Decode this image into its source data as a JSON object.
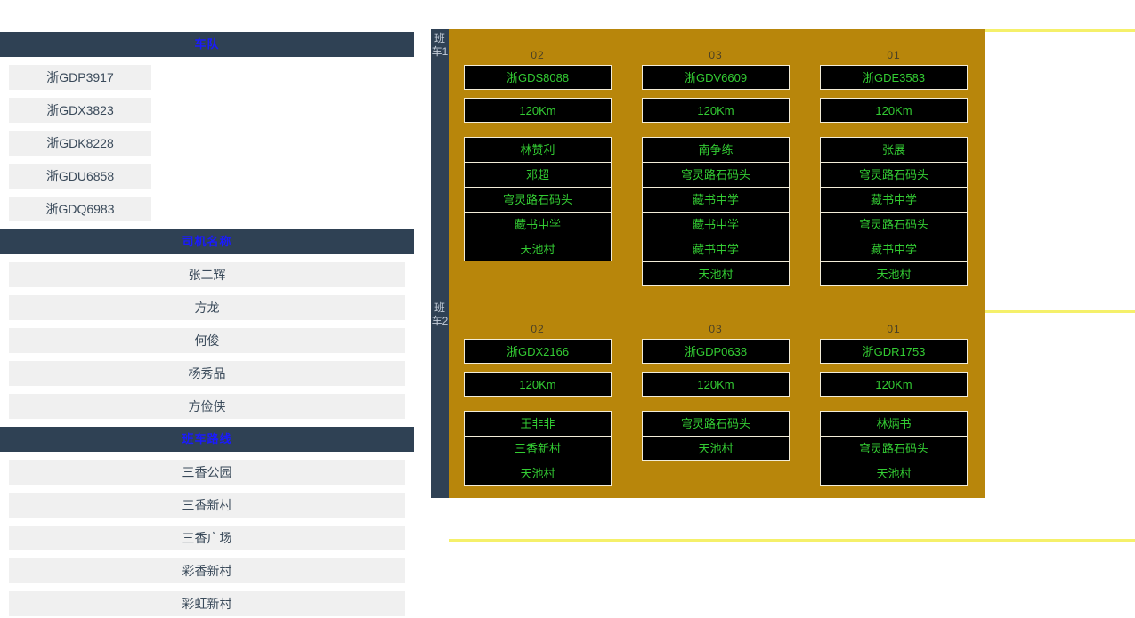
{
  "sidebar": {
    "sections": [
      {
        "id": "vehicles",
        "title": "车队",
        "items": [
          {
            "label": "浙GDP3917"
          },
          {
            "label": "浙GDX3823"
          },
          {
            "label": "浙GDK8228"
          },
          {
            "label": "浙GDU6858"
          },
          {
            "label": "浙GDQ6983"
          }
        ]
      },
      {
        "id": "drivers",
        "title": "司机名称",
        "items": [
          {
            "label": "张二辉"
          },
          {
            "label": "方龙"
          },
          {
            "label": "何俊"
          },
          {
            "label": "杨秀品"
          },
          {
            "label": "方俭侠"
          }
        ]
      },
      {
        "id": "routes",
        "title": "班车路线",
        "items": [
          {
            "label": "三香公园"
          },
          {
            "label": "三香新村"
          },
          {
            "label": "三香广场"
          },
          {
            "label": "彩香新村"
          },
          {
            "label": "彩虹新村"
          }
        ]
      }
    ]
  },
  "board": {
    "groups": [
      {
        "label": "班车1",
        "columns": [
          {
            "header": "02",
            "plate": "浙GDS8088",
            "distance": "120Km",
            "stops": [
              "林赞利",
              "邓超",
              "穹灵路石码头",
              "藏书中学",
              "天池村"
            ]
          },
          {
            "header": "03",
            "plate": "浙GDV6609",
            "distance": "120Km",
            "stops": [
              "南争练",
              "穹灵路石码头",
              "藏书中学",
              "藏书中学",
              "藏书中学",
              "天池村"
            ]
          },
          {
            "header": "01",
            "plate": "浙GDE3583",
            "distance": "120Km",
            "stops": [
              "张展",
              "穹灵路石码头",
              "藏书中学",
              "穹灵路石码头",
              "藏书中学",
              "天池村"
            ]
          }
        ]
      },
      {
        "label": "班车2",
        "columns": [
          {
            "header": "02",
            "plate": "浙GDX2166",
            "distance": "120Km",
            "stops": [
              "王非非",
              "三香新村",
              "天池村"
            ]
          },
          {
            "header": "03",
            "plate": "浙GDP0638",
            "distance": "120Km",
            "stops": [
              "穹灵路石码头",
              "天池村"
            ]
          },
          {
            "header": "01",
            "plate": "浙GDR1753",
            "distance": "120Km",
            "stops": [
              "林炳书",
              "穹灵路石码头",
              "天池村"
            ]
          }
        ]
      }
    ]
  },
  "colors": {
    "navy": "#2f4154",
    "gold": "#b8860b",
    "yellow_rule": "#f5f06a",
    "card_bg": "#000000",
    "card_text": "#33cc33",
    "header_text": "#1a1aff",
    "list_bg": "#f0f0f0"
  }
}
